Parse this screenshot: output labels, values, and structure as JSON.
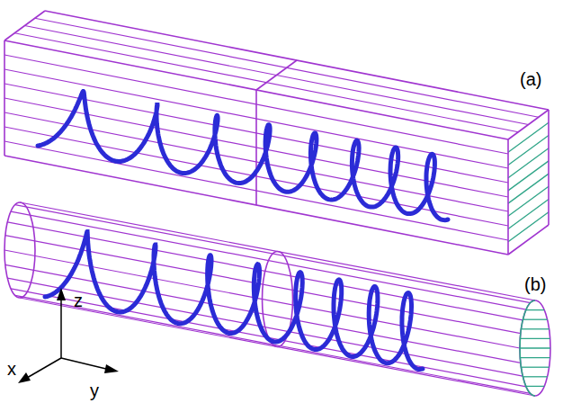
{
  "diagram": {
    "labels": [
      "(a)",
      "(b)",
      "z",
      "x",
      "y"
    ]
  }
}
